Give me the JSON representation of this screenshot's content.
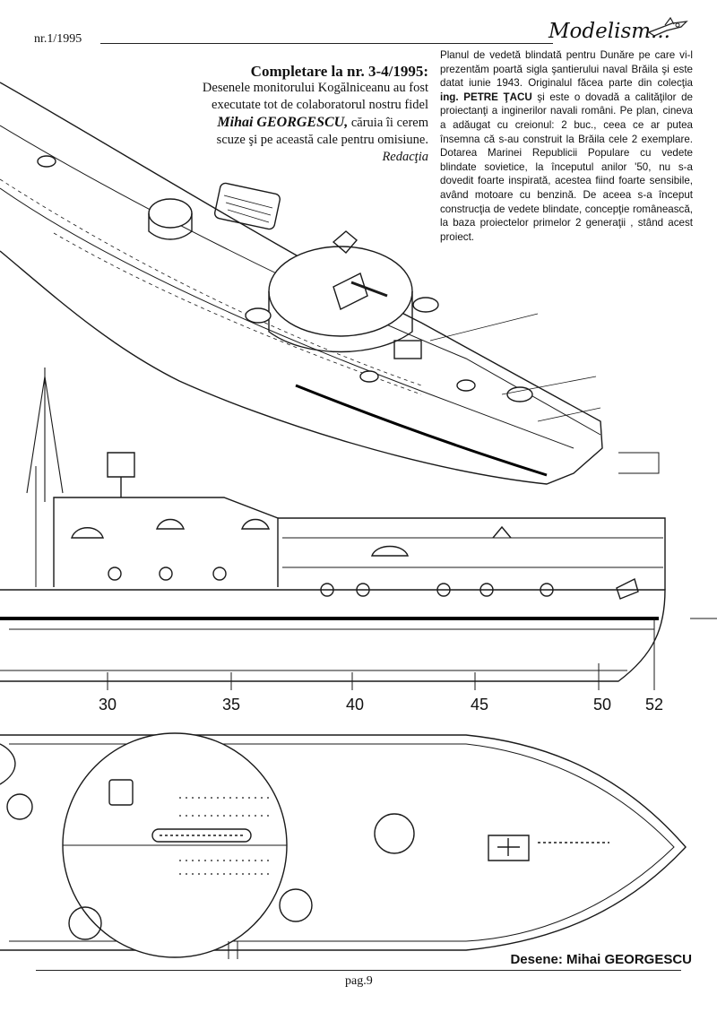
{
  "header": {
    "issue": "nr.1/1995",
    "logo_text": "Modelism..."
  },
  "notice": {
    "title": "Completare la  nr. 3-4/1995:",
    "line1": "Desenele monitorului Kogălniceanu au fost",
    "line2": "executate tot de colaboratorul nostru fidel",
    "author": "Mihai GEORGESCU,",
    "line3_rest": " căruia îi cerem",
    "line4": "scuze şi pe această cale pentru omisiune.",
    "signature": "Redacţia"
  },
  "article": {
    "p1": "Planul de vedetă blindată pentru Dunăre pe care vi-l prezentăm poartă sigla şantierului naval Brăila şi este datat iunie 1943. Originalul făcea parte din colecţia ",
    "author": "ing. PETRE ŢACU",
    "p2": " şi este o dovadă a calităţilor de proiectanţi a inginerilor navali români. Pe plan, cineva a adăugat cu creionul: 2 buc., ceea ce ar putea însemna că s-au construit la Brăila cele  2 exemplare. Dotarea Marinei Republicii Populare cu vedete blindate sovietice, la începutul anilor '50, nu s-a dovedit foarte inspirată, acestea fiind foarte sensibile, având motoare cu benzină. De aceea s-a început construcţia de vedete blindate, concepţie românească, la baza proiectelor primelor 2 generaţii , stând acest proiect."
  },
  "frames": [
    "30",
    "35",
    "40",
    "45",
    "50",
    "52"
  ],
  "credit": "Desene: Mihai GEORGESCU",
  "page": "pag.9"
}
